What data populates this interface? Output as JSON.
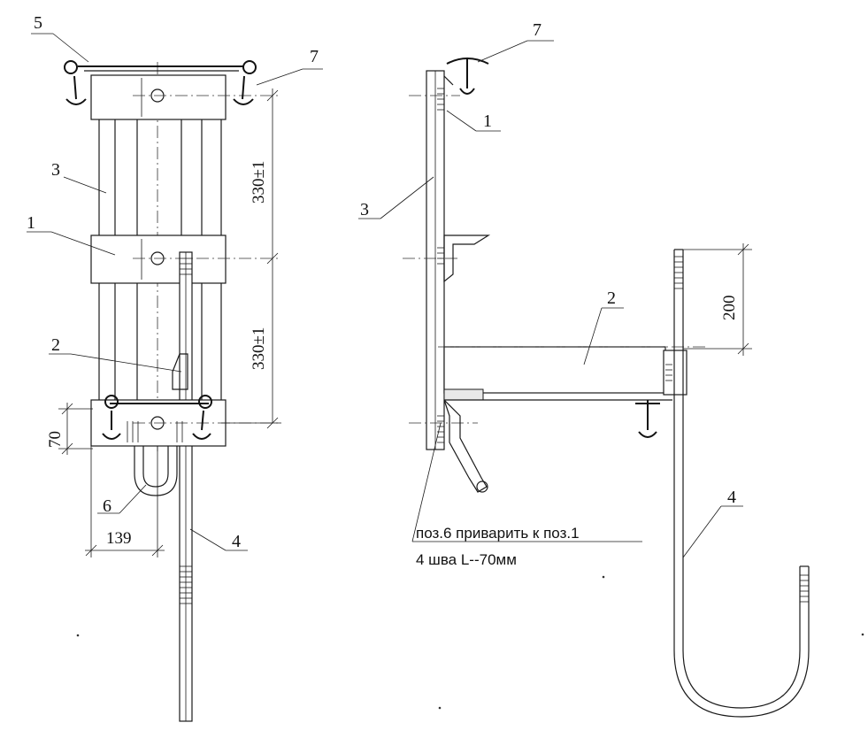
{
  "labels": {
    "pos1": "1",
    "pos2": "2",
    "pos3": "3",
    "pos4": "4",
    "pos5": "5",
    "pos6": "6",
    "pos7": "7"
  },
  "dimensions": {
    "spacing_top": "330±1",
    "spacing_bottom": "330±1",
    "height_70": "70",
    "width_139": "139",
    "hook_200": "200"
  },
  "note": {
    "line1": "поз.6 приварить к поз.1",
    "line2": "4 шва L--70мм"
  }
}
